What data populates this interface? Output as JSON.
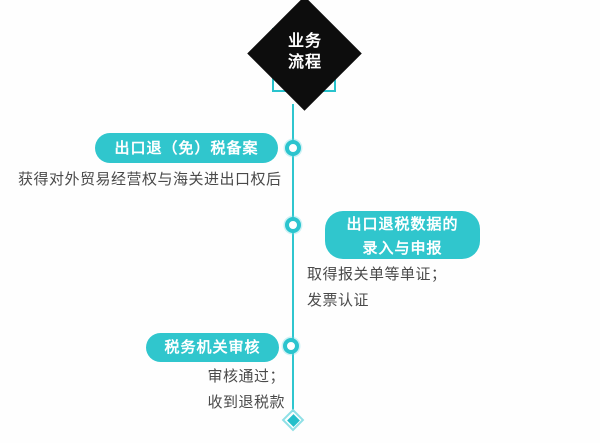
{
  "theme": {
    "accent": "#30c6cd",
    "accent_dark": "#23bfca",
    "accent_light": "#8fe0e6",
    "diamond_fill": "#0d0d0d",
    "body_text_color": "#4a4a4a",
    "background": "#fefefe"
  },
  "header": {
    "title": "业务\n流程",
    "title_line1": "业务",
    "title_line2": "流程"
  },
  "timeline": {
    "steps": [
      {
        "index": 1,
        "label": "出口退（免）税备案",
        "detail": "获得对外贸易经营权与海关进出口权后",
        "marker": "ring-dot",
        "side": "left"
      },
      {
        "index": 2,
        "label": "出口退税数据的\n录入与申报",
        "detail": "取得报关单等单证；\n发票认证",
        "marker": "ring-dot",
        "side": "right"
      },
      {
        "index": 3,
        "label": "税务机关审核",
        "detail": "审核通过；\n收到退税款",
        "marker": "ring-dot",
        "side": "left"
      }
    ],
    "end_marker": "diamond-endpoint"
  }
}
